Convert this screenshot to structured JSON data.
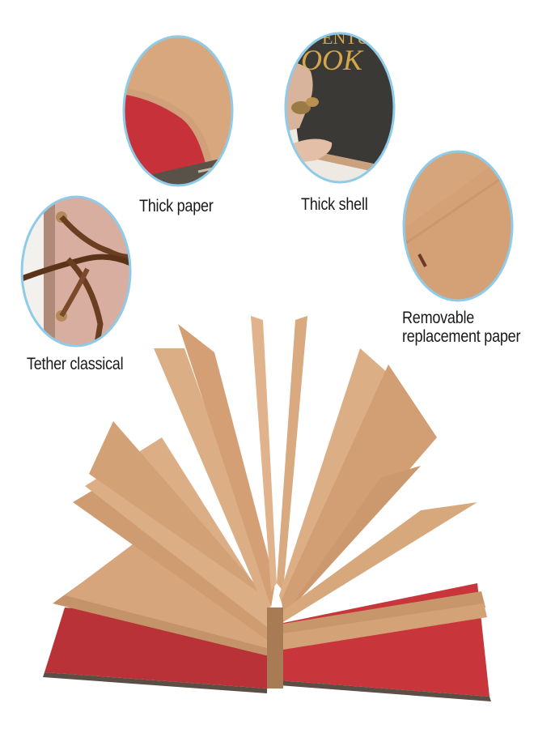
{
  "features": {
    "thick_paper": {
      "label": "Thick paper",
      "icon": "paper-closeup-icon"
    },
    "thick_shell": {
      "label": "Thick shell",
      "icon": "cover-closeup-icon"
    },
    "removable_paper": {
      "label_line1": "Removable",
      "label_line2": "replacement paper",
      "icon": "fold-closeup-icon"
    },
    "tether": {
      "label": "Tether classical",
      "icon": "rope-closeup-icon"
    }
  },
  "cover_text": "ENTU\nOOK",
  "colors": {
    "kraft": "#d8ab7e",
    "kraft_dark": "#b5855a",
    "red_cover": "#c8353a",
    "ring": "#8fcbe8",
    "dark_cover": "#3b3a35"
  }
}
